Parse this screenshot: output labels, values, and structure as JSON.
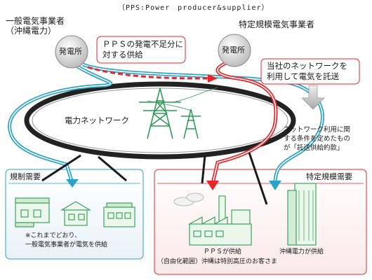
{
  "header": {
    "pps_note": "（PPS:Power　producer&supplier）"
  },
  "entities": {
    "general_utility": {
      "line1": "一般電気事業者",
      "line2": "（沖縄電力）"
    },
    "specified_utility": {
      "label": "特定規模電気事業者"
    }
  },
  "plants": {
    "left_label": "発電所",
    "right_label": "発電所"
  },
  "callouts": {
    "shortfall": {
      "line1": "ＰＰＳの発電不足分に",
      "line2": "対する供給"
    },
    "wheeling": {
      "line1": "当社のネットワークを",
      "line2": "利用して電気を託送"
    }
  },
  "network": {
    "label": "電力ネットワーク"
  },
  "conditions_note": {
    "line1": "ネットワーク利用に関",
    "line2": "する条件を定めたもの",
    "line3": "が「託送供給約款」"
  },
  "regulated": {
    "title": "規制需要",
    "note_line1": "※これまでどおり、",
    "note_line2": "一般電気事業者が電気を供給"
  },
  "specified_demand": {
    "title": "特定規模需要",
    "pps_supply": "ＰＰＳが供給",
    "okinawa_supply": "沖縄電力が供給",
    "liberalized_note": "（自由化範囲）沖縄は特別高圧のお客さま"
  },
  "colors": {
    "blue": "#2aa3c6",
    "red": "#e8262a",
    "green": "#2f9a57",
    "gray": "#9a9a9a"
  }
}
